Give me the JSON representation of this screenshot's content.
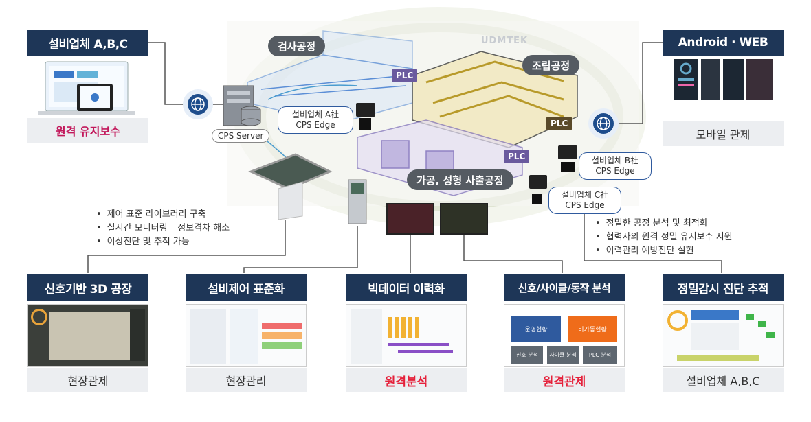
{
  "top_left": {
    "title": "설비업체 A,B,C",
    "caption": "원격 유지보수"
  },
  "top_right": {
    "title": "Android · WEB",
    "caption": "모바일 관제"
  },
  "processes": {
    "inspection": "검사공정",
    "assembly": "조립공정",
    "machining": "가공, 성형 사출공정"
  },
  "watermark": "UDMTEK",
  "plc_label": "PLC",
  "server_label": "CPS Server",
  "edges": {
    "a": [
      "설비업체 A社",
      "CPS Edge"
    ],
    "b": [
      "설비업체 B社",
      "CPS Edge"
    ],
    "c": [
      "설비업체 C社",
      "CPS Edge"
    ]
  },
  "left_bullets": [
    "제어 표준 라이브러리 구축",
    "실시간 모니터링 – 정보격차 해소",
    "이상진단 및 추적 가능"
  ],
  "right_bullets": [
    "정밀한 공정 분석 및 최적화",
    "협력사의 원격 정밀 유지보수 지원",
    "이력관리 예방진단 실현"
  ],
  "bottom_cards": [
    {
      "title": "신호기반 3D 공장",
      "caption": "현장관제"
    },
    {
      "title": "설비제어 표준화",
      "caption": "현장관리"
    },
    {
      "title": "빅데이터 이력화",
      "caption": "원격분석"
    },
    {
      "title": "신호/사이클/동작 분석",
      "caption": "원격관제"
    },
    {
      "title": "정밀감시 진단 추적",
      "caption": "설비업체 A,B,C"
    }
  ],
  "analysis_tiles": [
    "운영현황",
    "비가동현황",
    "신호 분석",
    "사이클 분석",
    "PLC 분석"
  ],
  "colors": {
    "navy": "#1e3657",
    "magenta": "#c2185b",
    "red": "#e5213b",
    "orange": "#ef6c1a",
    "blue": "#2f5a9e"
  }
}
